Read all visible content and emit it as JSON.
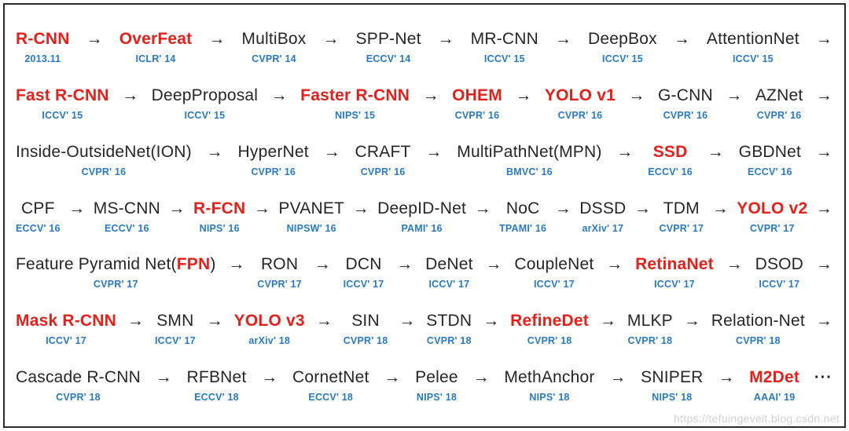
{
  "diagram": {
    "arrow": "→",
    "dots": "···",
    "watermark": "https://tefuingeveit.blog.csdn.net",
    "colors": {
      "highlight_red": "#e3211a",
      "venue_blue": "#2979c3",
      "text_black": "#262626",
      "border": "#2b2b2b"
    },
    "rows": [
      {
        "trailing": "arrow",
        "items": [
          {
            "name": "R-CNN",
            "red": true,
            "venue": "2013.11"
          },
          {
            "name": "OverFeat",
            "red": true,
            "venue": "ICLR' 14"
          },
          {
            "name": "MultiBox",
            "red": false,
            "venue": "CVPR' 14"
          },
          {
            "name": "SPP-Net",
            "red": false,
            "venue": "ECCV' 14"
          },
          {
            "name": "MR-CNN",
            "red": false,
            "venue": "ICCV' 15"
          },
          {
            "name": "DeepBox",
            "red": false,
            "venue": "ICCV' 15"
          },
          {
            "name": "AttentionNet",
            "red": false,
            "venue": "ICCV' 15"
          }
        ]
      },
      {
        "trailing": "arrow",
        "items": [
          {
            "name": "Fast R-CNN",
            "red": true,
            "venue": "ICCV' 15"
          },
          {
            "name": "DeepProposal",
            "red": false,
            "venue": "ICCV' 15"
          },
          {
            "name": "Faster R-CNN",
            "red": true,
            "venue": "NIPS' 15"
          },
          {
            "name": "OHEM",
            "red": true,
            "venue": "CVPR' 16"
          },
          {
            "name": "YOLO v1",
            "red": true,
            "venue": "CVPR' 16"
          },
          {
            "name": "G-CNN",
            "red": false,
            "venue": "CVPR' 16"
          },
          {
            "name": "AZNet",
            "red": false,
            "venue": "CVPR' 16"
          }
        ]
      },
      {
        "trailing": "arrow",
        "items": [
          {
            "name": "Inside-OutsideNet(ION)",
            "red": false,
            "venue": "CVPR' 16"
          },
          {
            "name": "HyperNet",
            "red": false,
            "venue": "CVPR' 16"
          },
          {
            "name": "CRAFT",
            "red": false,
            "venue": "CVPR' 16"
          },
          {
            "name": "MultiPathNet(MPN)",
            "red": false,
            "venue": "BMVC' 16"
          },
          {
            "name": "SSD",
            "red": true,
            "venue": "ECCV' 16"
          },
          {
            "name": "GBDNet",
            "red": false,
            "venue": "ECCV' 16"
          }
        ]
      },
      {
        "trailing": "arrow",
        "items": [
          {
            "name": "CPF",
            "red": false,
            "venue": "ECCV' 16"
          },
          {
            "name": "MS-CNN",
            "red": false,
            "venue": "ECCV' 16"
          },
          {
            "name": "R-FCN",
            "red": true,
            "venue": "NIPS' 16"
          },
          {
            "name": "PVANET",
            "red": false,
            "venue": "NIPSW' 16"
          },
          {
            "name": "DeepID-Net",
            "red": false,
            "venue": "PAMI' 16"
          },
          {
            "name": "NoC",
            "red": false,
            "venue": "TPAMI' 16"
          },
          {
            "name": "DSSD",
            "red": false,
            "venue": "arXiv' 17"
          },
          {
            "name": "TDM",
            "red": false,
            "venue": "CVPR' 17"
          },
          {
            "name": "YOLO v2",
            "red": true,
            "venue": "CVPR' 17"
          }
        ]
      },
      {
        "trailing": "arrow",
        "items": [
          {
            "name": "Feature Pyramid Net(FPN)",
            "red": false,
            "venue": "CVPR' 17",
            "segments": [
              [
                "Feature Pyramid Net(",
                false
              ],
              [
                "FPN",
                true
              ],
              [
                ")",
                false
              ]
            ]
          },
          {
            "name": "RON",
            "red": false,
            "venue": "CVPR' 17"
          },
          {
            "name": "DCN",
            "red": false,
            "venue": "ICCV' 17"
          },
          {
            "name": "DeNet",
            "red": false,
            "venue": "ICCV' 17"
          },
          {
            "name": "CoupleNet",
            "red": false,
            "venue": "ICCV' 17"
          },
          {
            "name": "RetinaNet",
            "red": true,
            "venue": "ICCV' 17"
          },
          {
            "name": "DSOD",
            "red": false,
            "venue": "ICCV' 17"
          }
        ]
      },
      {
        "trailing": "arrow",
        "items": [
          {
            "name": "Mask R-CNN",
            "red": true,
            "venue": "ICCV' 17"
          },
          {
            "name": "SMN",
            "red": false,
            "venue": "ICCV' 17"
          },
          {
            "name": "YOLO v3",
            "red": true,
            "venue": "arXiv' 18"
          },
          {
            "name": "SIN",
            "red": false,
            "venue": "CVPR' 18"
          },
          {
            "name": "STDN",
            "red": false,
            "venue": "CVPR' 18"
          },
          {
            "name": "RefineDet",
            "red": true,
            "venue": "CVPR' 18"
          },
          {
            "name": "MLKP",
            "red": false,
            "venue": "CVPR' 18"
          },
          {
            "name": "Relation-Net",
            "red": false,
            "venue": "CVPR' 18"
          }
        ]
      },
      {
        "trailing": "dots",
        "items": [
          {
            "name": "Cascade R-CNN",
            "red": false,
            "venue": "CVPR' 18"
          },
          {
            "name": "RFBNet",
            "red": false,
            "venue": "ECCV' 18"
          },
          {
            "name": "CornetNet",
            "red": false,
            "venue": "ECCV' 18"
          },
          {
            "name": "Pelee",
            "red": false,
            "venue": "NIPS' 18"
          },
          {
            "name": "MethAnchor",
            "red": false,
            "venue": "NIPS' 18"
          },
          {
            "name": "SNIPER",
            "red": false,
            "venue": "NIPS' 18"
          },
          {
            "name": "M2Det",
            "red": true,
            "venue": "AAAI' 19"
          }
        ]
      }
    ]
  }
}
